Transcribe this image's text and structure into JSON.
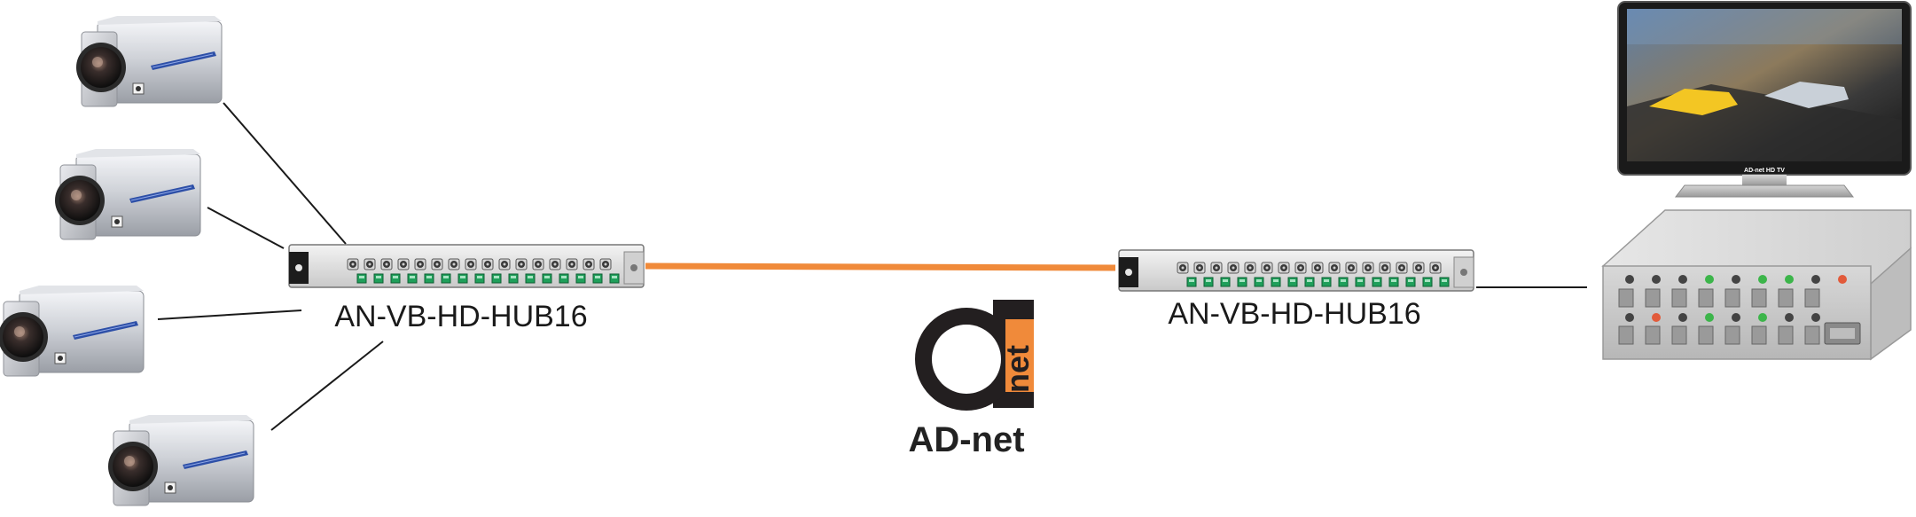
{
  "hub_left": {
    "model_label": "AN-VB-HD-HUB16"
  },
  "hub_right": {
    "model_label": "AN-VB-HD-HUB16"
  },
  "brand": {
    "logo_text": "net",
    "name": "AD-net"
  },
  "tv": {
    "caption": "AD-net HD TV"
  },
  "colors": {
    "fiber": "#f08a3a",
    "logo_dark": "#231f20",
    "logo_accent": "#f08a3a",
    "wire": "#1a1a1a"
  },
  "icons": [
    "camera-icon",
    "video-hub-icon",
    "logo-icon",
    "monitor-icon",
    "dvr-recorder-icon"
  ]
}
